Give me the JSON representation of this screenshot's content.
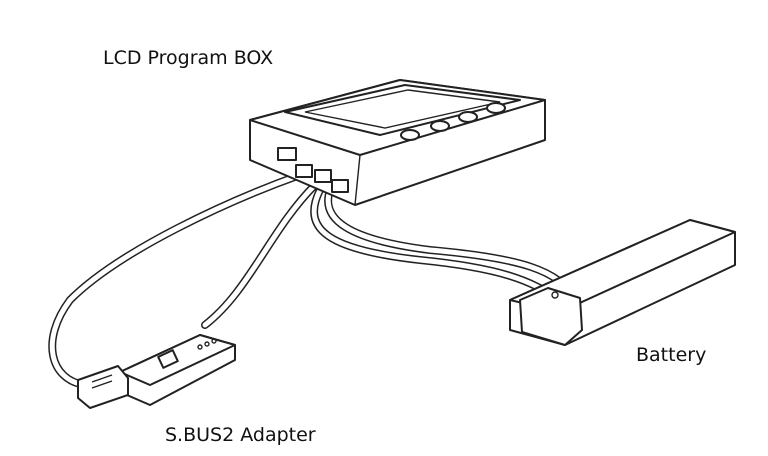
{
  "labels": {
    "program_box": "LCD Program BOX",
    "battery": "Battery",
    "adapter": "S.BUS2 Adapter"
  }
}
